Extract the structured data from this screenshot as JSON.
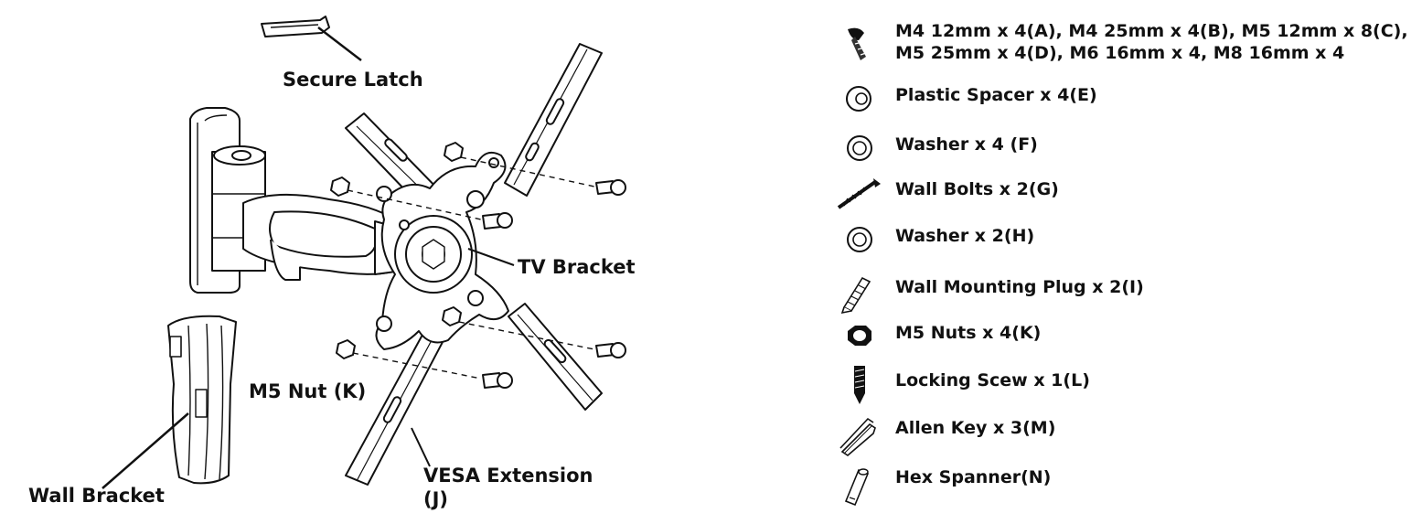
{
  "diagram": {
    "labels": {
      "secure_latch": "Secure Latch",
      "tv_bracket": "TV Bracket",
      "m5_nut": "M5 Nut (K)",
      "wall_bracket": "Wall Bracket",
      "vesa_line1": "VESA Extension",
      "vesa_line2": "(J)"
    }
  },
  "parts": [
    {
      "icon": "screw-icon",
      "lines": [
        "M4 12mm x 4(A), M4 25mm x 4(B), M5 12mm x 8(C),",
        "M5 25mm x 4(D), M6 16mm x 4, M8 16mm x 4"
      ]
    },
    {
      "icon": "plastic-spacer-icon",
      "lines": [
        "Plastic Spacer x 4(E)"
      ]
    },
    {
      "icon": "washer-icon",
      "lines": [
        "Washer x 4 (F)"
      ]
    },
    {
      "icon": "wall-bolt-icon",
      "lines": [
        "Wall Bolts x 2(G)"
      ]
    },
    {
      "icon": "washer-icon",
      "lines": [
        "Washer x 2(H)"
      ]
    },
    {
      "icon": "wall-plug-icon",
      "lines": [
        "Wall Mounting Plug x 2(I)"
      ]
    },
    {
      "icon": "nut-icon",
      "lines": [
        "M5 Nuts x 4(K)"
      ]
    },
    {
      "icon": "locking-screw-icon",
      "lines": [
        "Locking Scew x 1(L)"
      ]
    },
    {
      "icon": "allen-key-icon",
      "lines": [
        "Allen Key x 3(M)"
      ]
    },
    {
      "icon": "hex-spanner-icon",
      "lines": [
        "Hex Spanner(N)"
      ]
    }
  ]
}
